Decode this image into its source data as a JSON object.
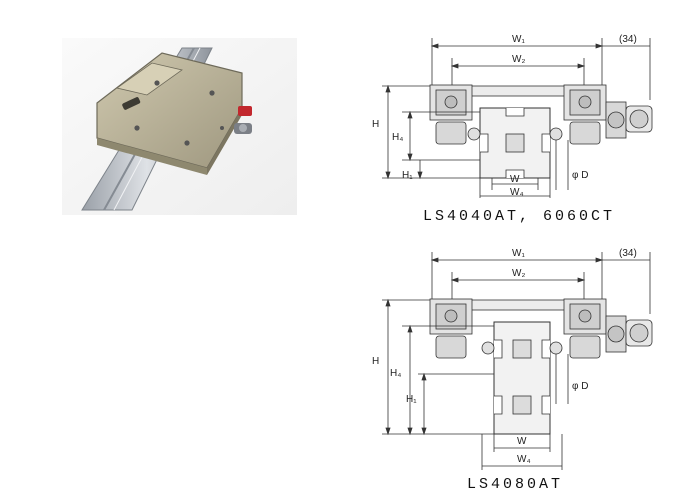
{
  "photo": {
    "subject": "product-photo"
  },
  "top_drawing": {
    "labels": {
      "w1": "W₁",
      "w2": "W₂",
      "dim34": "(34)",
      "h": "H",
      "h4": "H₄",
      "h1": "H₁",
      "w": "W",
      "w4": "W₄",
      "phi_d": "φ D"
    }
  },
  "bottom_drawing": {
    "labels": {
      "w1": "W₁",
      "w2": "W₂",
      "dim34": "(34)",
      "h": "H",
      "h4": "H₄",
      "h1": "H₁",
      "w": "W",
      "w4": "W₄",
      "phi_d": "φ D"
    }
  },
  "captions": {
    "top": "LS4040AT, 6060CT",
    "bottom": "LS4080AT"
  },
  "colors": {
    "line": "#333333",
    "rail": "#c9ccd1",
    "plate": "#b9b29a"
  }
}
